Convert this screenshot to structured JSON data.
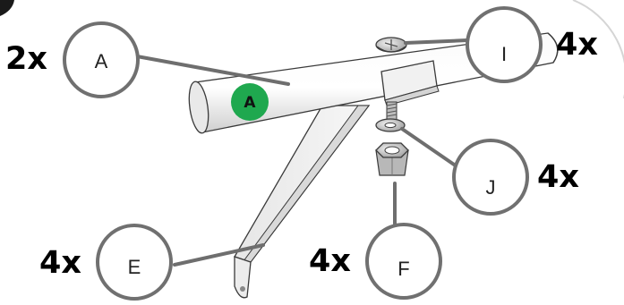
{
  "callouts": {
    "A": {
      "letter": "A",
      "quantity": "2x"
    },
    "I": {
      "letter": "I",
      "quantity": "4x"
    },
    "J": {
      "letter": "J",
      "quantity": "4x"
    },
    "E": {
      "letter": "E",
      "quantity": "4x"
    },
    "F": {
      "letter": "F",
      "quantity": "4x"
    }
  },
  "part_badge": {
    "letter": "A",
    "color": "#1fa84f"
  },
  "colors": {
    "callout_stroke": "#707070",
    "leader_line": "#6e6e6e",
    "part_outline": "#3a3a3a"
  }
}
